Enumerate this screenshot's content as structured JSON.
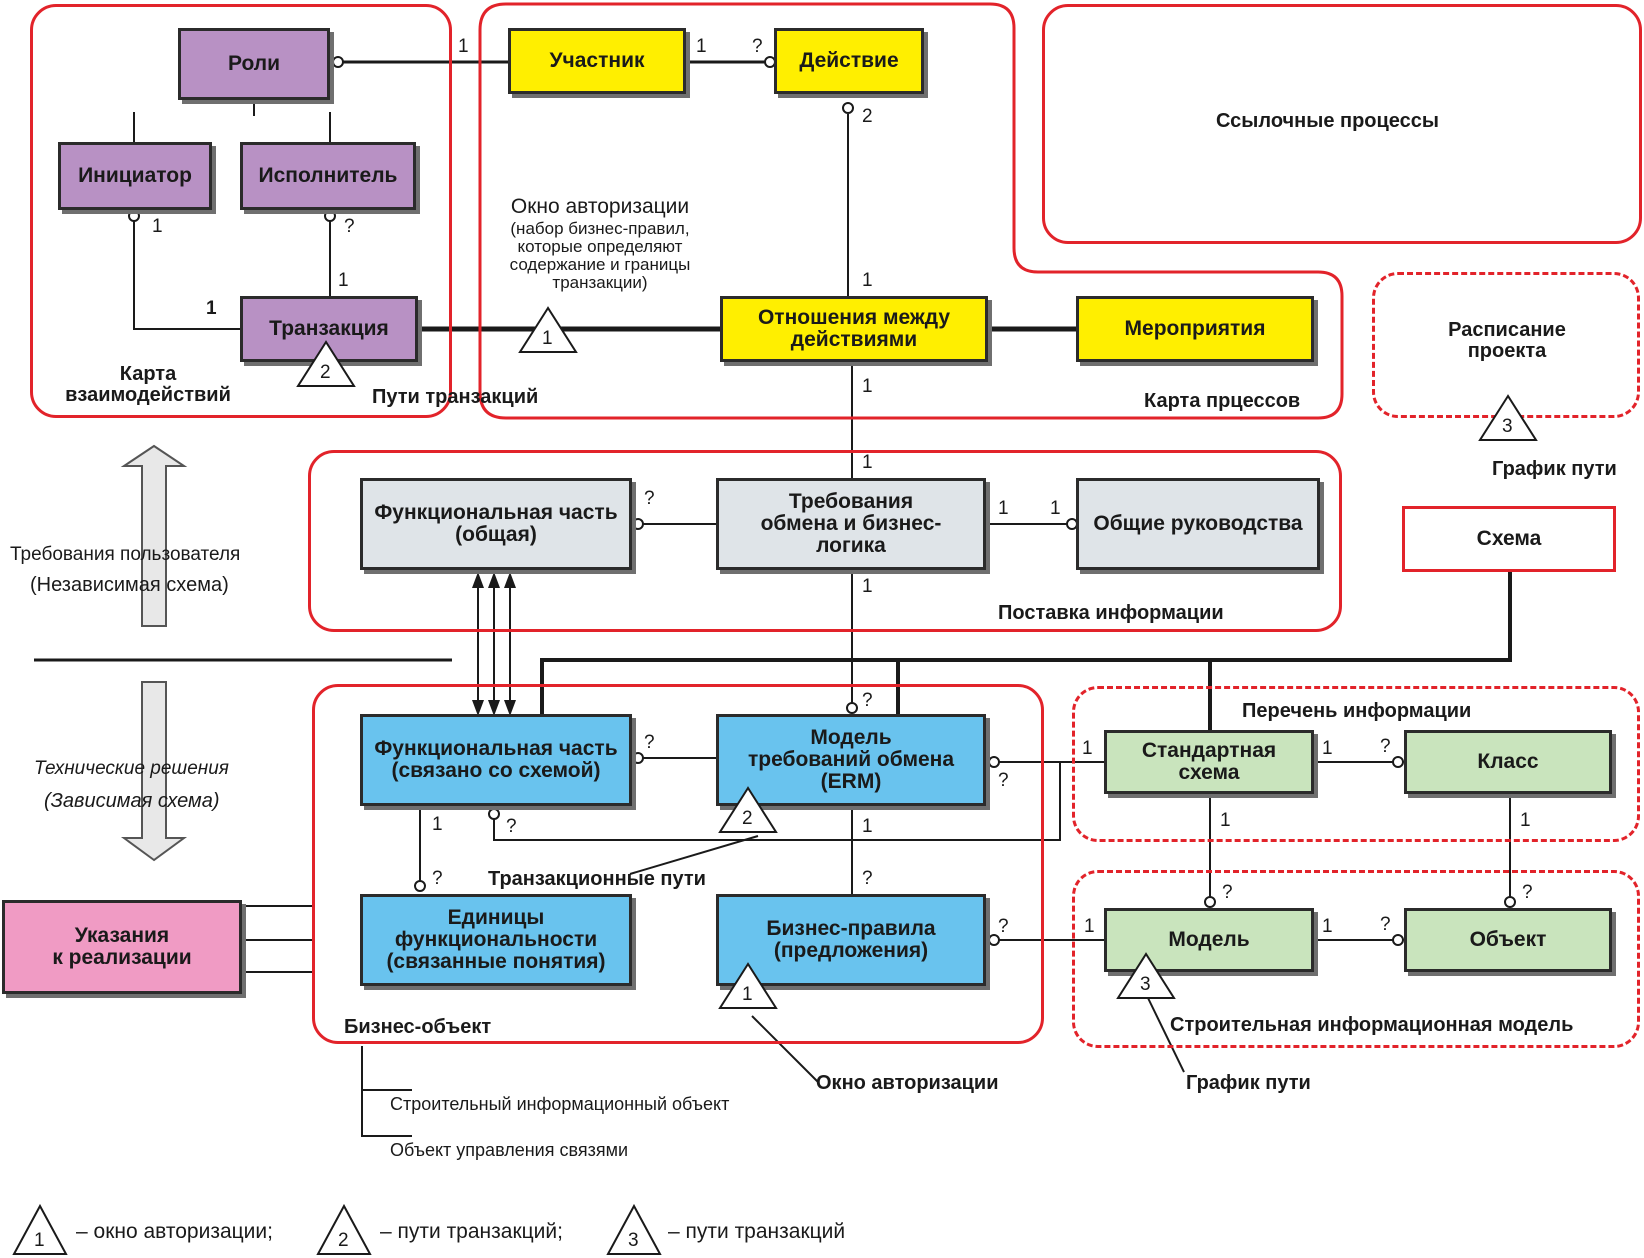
{
  "regions": {
    "interaction_map": "Карта\nвзаимодействий",
    "transaction_paths": "Пути транзакций",
    "process_map": "Карта прцессов",
    "reference_processes": "Ссылочные процессы",
    "project_schedule": "Расписание\nпроекта",
    "path_schedule_top": "График пути",
    "information_supply": "Поставка информации",
    "information_list": "Перечень информации",
    "business_object": "Бизнес-объект",
    "building_information_model": "Строительная информационная модель"
  },
  "boxes": {
    "roles": "Роли",
    "initiator": "Инициатор",
    "executor": "Исполнитель",
    "transaction": "Транзакция",
    "participant": "Участник",
    "action": "Действие",
    "action_relations": "Отношения между\nдействиями",
    "activities": "Мероприятия",
    "functional_general": "Функциональная часть\n(общая)",
    "exchange_requirements": "Требования\nобмена и бизнес-\nлогика",
    "general_guidelines": "Общие руководства",
    "schema": "Схема",
    "functional_schema": "Функциональная часть\n(связано со схемой)",
    "exchange_model": "Модель\nтребований обмена\n(ERM)",
    "functional_units": "Единицы\nфункциональности\n(связанные понятия)",
    "business_rules": "Бизнес-правила\n(предложения)",
    "standard_schema": "Стандартная\nсхема",
    "class": "Класс",
    "model": "Модель",
    "object": "Объект",
    "implementation_guidance": "Указания\nк реализации"
  },
  "annotations": {
    "auth_window_top": "Окно авторизации",
    "auth_window_desc": "(набор бизнес-правил,\nкоторые определяют\nсодержание и границы\nтранзакции)",
    "user_requirements": "Требования пользователя",
    "independent_schema": "(Независимая схема)",
    "technical_solutions": "Технические решения",
    "dependent_schema": "(Зависимая схема)",
    "transaction_paths_bottom": "Транзакционные пути",
    "auth_window_bottom": "Окно авторизации",
    "path_schedule_bottom": "График пути",
    "building_info_object": "Строительный информационный объект",
    "link_management_object": "Объект управления связями"
  },
  "cardinalities": {
    "one": "1",
    "two": "2",
    "unknown": "?"
  },
  "triangles": {
    "t1": "1",
    "t2": "2",
    "t3": "3"
  },
  "legend": {
    "items": [
      {
        "num": "1",
        "text": "– окно авторизации;"
      },
      {
        "num": "2",
        "text": "– пути транзакций;"
      },
      {
        "num": "3",
        "text": "– пути транзакций"
      }
    ]
  },
  "colors": {
    "region_border": "#e2232a",
    "roles": "#b891c4",
    "process": "#ffef00",
    "supply": "#dfe4e8",
    "business_object": "#69c3ee",
    "bim": "#c9e4bd",
    "guidance": "#f09bc4"
  }
}
